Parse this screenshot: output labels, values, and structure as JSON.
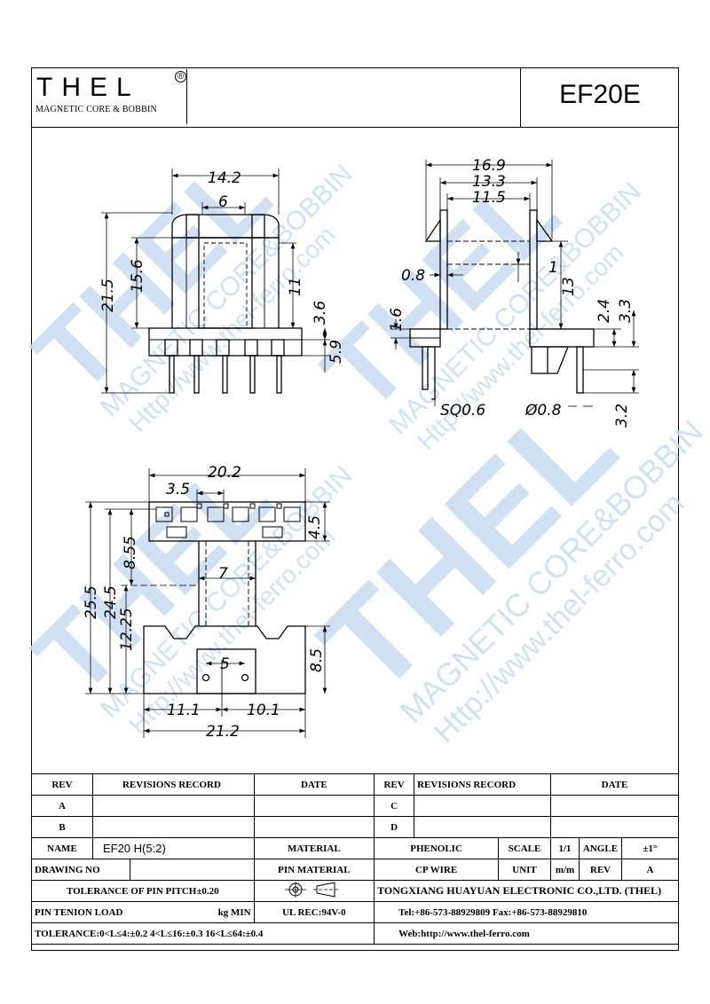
{
  "brand": {
    "logo": "THEL",
    "registered": "®",
    "subtitle": "MAGNETIC CORE & BOBBIN"
  },
  "model": "EF20E",
  "watermark": {
    "logo": "THEL",
    "line1": "MAGNETIC CORE&BOBBIN",
    "line2": "Http://www.thel-ferro.com"
  },
  "front_view_dims": {
    "width_top": "14.2",
    "slot": "6",
    "height_total": "21.5",
    "height_body": "15.6",
    "window": "11",
    "flange": "3.6",
    "pin": "5.9"
  },
  "side_view_dims": {
    "width_outer": "16.9",
    "width_mid": "13.3",
    "width_inner": "11.5",
    "wall": "0.8",
    "gap": "1",
    "height": "13",
    "base_a": "2.4",
    "base_b": "3.3",
    "base_c": "1.6",
    "pin_square": "SQ0.6",
    "pin_dia": "Ø0.8",
    "pin_len": "3.2"
  },
  "top_view_dims": {
    "width": "20.2",
    "pitch": "3.5",
    "flange": "4.5",
    "total": "25.5",
    "b": "24.5",
    "c": "8.55",
    "d": "12.25",
    "core": "7",
    "slot": "5",
    "base": "8.5",
    "left": "11.1",
    "right": "10.1",
    "bottom": "21.2"
  },
  "title_block": {
    "rev_label": "REV",
    "revisions_record": "REVISIONS RECORD",
    "date_label": "DATE",
    "rev_a": "A",
    "rev_b": "B",
    "rev_c": "C",
    "rev_d": "D",
    "name_label": "NAME",
    "name_value": "EF20 H(5:2)",
    "material_label": "MATERIAL",
    "material_value": "PHENOLIC",
    "scale_label": "SCALE",
    "scale_value": "1/1",
    "angle_label": "ANGLE",
    "angle_value": "±1°",
    "drawing_no_label": "DRAWING NO",
    "pin_material_label": "PIN MATERIAL",
    "cp_wire": "CP WIRE",
    "unit_label": "UNIT",
    "unit_value": "m/m",
    "rev_value": "A",
    "tolerance_pitch": "TOLERANCE OF PIN PITCH±0.20",
    "company": "TONGXIANG HUAYUAN ELECTRONIC CO.,LTD.  (THEL)",
    "pin_tension": "PIN TENION LOAD",
    "kg_min": "kg MIN",
    "ul_rec": "UL REC:94V-0",
    "tel": "Tel:+86-573-88929809 Fax:+86-573-88929810",
    "tolerance_general": "TOLERANCE:0<L≤4:±0.2  4<L≤16:±0.3  16<L≤64:±0.4",
    "web": "Web:http://www.thel-ferro.com"
  }
}
